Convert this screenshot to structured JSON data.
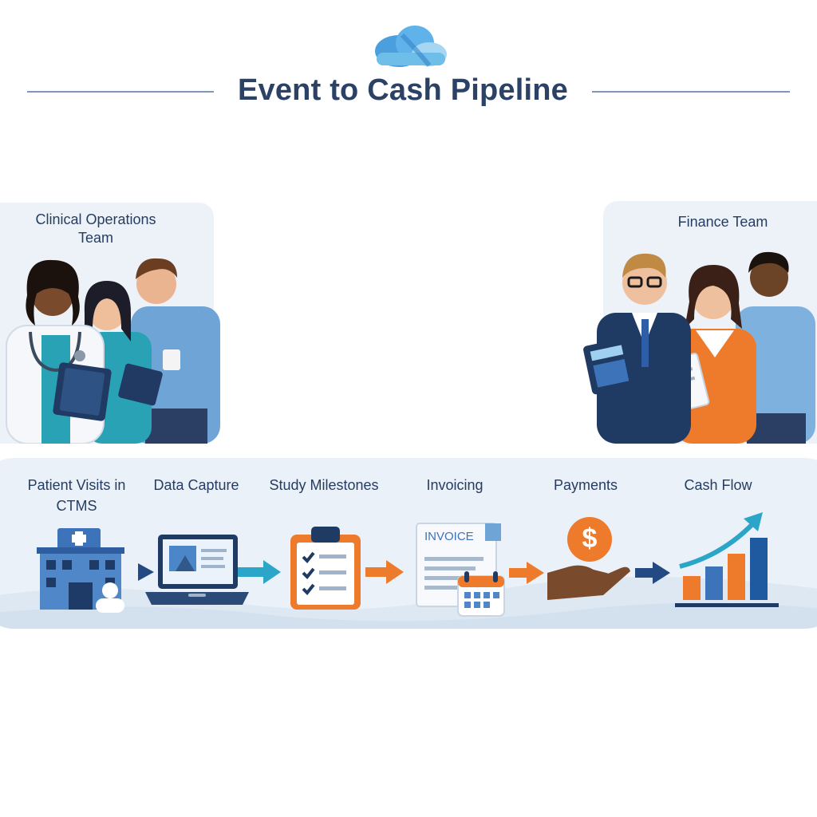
{
  "header": {
    "title": "Event to Cash Pipeline",
    "logo_icon": "cloud-logo-icon"
  },
  "teams": {
    "left": {
      "label": "Clinical Operations Team",
      "icon": "clinical-team-illustration"
    },
    "right": {
      "label": "Finance Team",
      "icon": "finance-team-illustration"
    }
  },
  "pipeline": {
    "stages": [
      {
        "label": "Patient Visits in CTMS",
        "icon": "hospital-icon"
      },
      {
        "label": "Data Capture",
        "icon": "laptop-icon"
      },
      {
        "label": "Study Milestones",
        "icon": "clipboard-checklist-icon"
      },
      {
        "label": "Invoicing",
        "icon": "invoice-icon",
        "document_text": "INVOICE"
      },
      {
        "label": "Payments",
        "icon": "hand-dollar-icon",
        "coin_symbol": "$"
      },
      {
        "label": "Cash Flow",
        "icon": "growth-chart-icon"
      }
    ]
  },
  "colors": {
    "navy": "#233a5e",
    "blue": "#3d73b8",
    "teal": "#2ba6c9",
    "orange": "#ee7b2c",
    "panel": "#edf2f8",
    "band": "#eaf1f8"
  }
}
